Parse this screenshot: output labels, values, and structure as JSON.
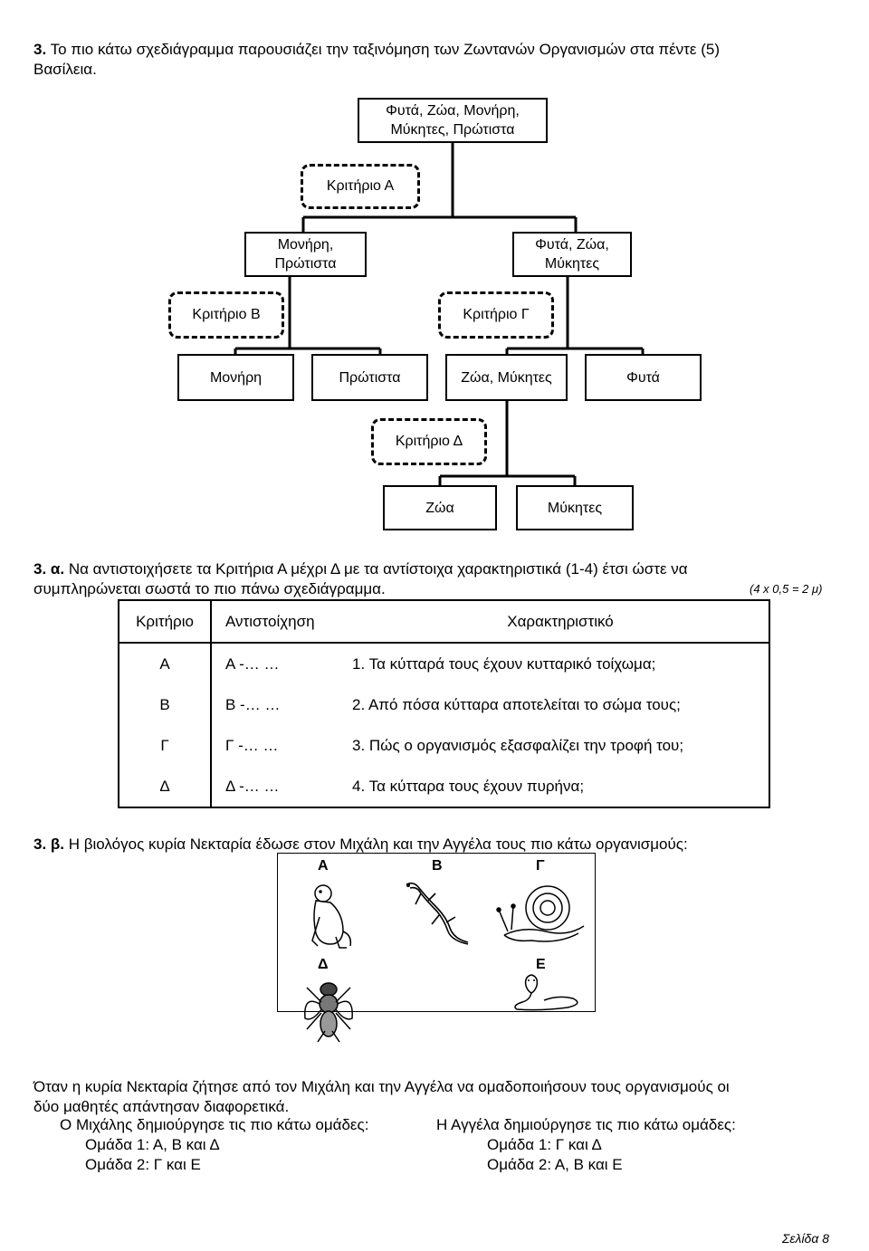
{
  "question": {
    "number": "3.",
    "text_line1": "Το πιο κάτω σχεδιάγραμμα παρουσιάζει την ταξινόμηση των Ζωντανών Οργανισμών στα πέντε (5)",
    "text_line2": "Βασίλεια."
  },
  "tree": {
    "root_l1": "Φυτά, Ζώα, Μονήρη,",
    "root_l2": "Μύκητες, Πρώτιστα",
    "crit_a": "Κριτήριο Α",
    "left_l1": "Μονήρη,",
    "left_l2": "Πρώτιστα",
    "right_l1": "Φυτά, Ζώα,",
    "right_l2": "Μύκητες",
    "crit_b": "Κριτήριο Β",
    "crit_g": "Κριτήριο Γ",
    "leaf_monira": "Μονήρη",
    "leaf_protista": "Πρώτιστα",
    "leaf_zoa_mykites": "Ζώα, Μύκητες",
    "leaf_fyta": "Φυτά",
    "crit_d": "Κριτήριο Δ",
    "leaf_zoa": "Ζώα",
    "leaf_mykites": "Μύκητες"
  },
  "part_a": {
    "label": "3. α.",
    "text_line1": "Να αντιστοιχήσετε τα Κριτήρια Α μέχρι Δ με τα αντίστοιχα χαρακτηριστικά (1-4) έτσι ώστε να",
    "text_line2": "συμπληρώνεται σωστά το πιο πάνω σχεδιάγραμμα.",
    "marks": "(4 x 0,5 = 2 μ)",
    "table": {
      "h_crit": "Κριτήριο",
      "h_match": "Αντιστοίχηση",
      "h_feature": "Χαρακτηριστικό",
      "rows": [
        {
          "crit": "Α",
          "match": "Α -… …",
          "feature": "1.  Τα κύτταρά τους έχουν κυτταρικό τοίχωμα;"
        },
        {
          "crit": "Β",
          "match": "Β -… …",
          "feature": "2.  Από πόσα κύτταρα αποτελείται το σώμα τους;"
        },
        {
          "crit": "Γ",
          "match": "Γ -… …",
          "feature": "3.  Πώς ο οργανισμός εξασφαλίζει την τροφή του;"
        },
        {
          "crit": "Δ",
          "match": "Δ -… …",
          "feature": "4.  Τα κύτταρα τους έχουν πυρήνα;"
        }
      ]
    }
  },
  "part_b": {
    "label": "3. β.",
    "text": "Η βιολόγος κυρία Νεκταρία έδωσε στον Μιχάλη και την Αγγέλα τους πιο κάτω οργανισμούς:",
    "org_labels": {
      "a": "Α",
      "b": "Β",
      "g": "Γ",
      "d": "Δ",
      "e": "Ε"
    },
    "icons": {
      "a": "monkey-icon",
      "b": "lizard-icon",
      "g": "snail-icon",
      "d": "fly-icon",
      "e": "cobra-icon"
    },
    "para_line1": "Όταν η κυρία Νεκταρία ζήτησε από τον Μιχάλη και την Αγγέλα να ομαδοποιήσουν τους οργανισμούς οι",
    "para_line2": "δύο μαθητές απάντησαν διαφορετικά.",
    "michalis": {
      "heading": "Ο Μιχάλης δημιούργησε τις πιο κάτω ομάδες:",
      "group1": "Ομάδα 1: Α, Β και Δ",
      "group2": "Ομάδα 2: Γ και Ε"
    },
    "angela": {
      "heading": "Η Αγγέλα δημιούργησε τις πιο κάτω ομάδες:",
      "group1": "Ομάδα 1: Γ και Δ",
      "group2": "Ομάδα 2: Α, Β και Ε"
    }
  },
  "footer": {
    "page": "Σελίδα 8"
  }
}
